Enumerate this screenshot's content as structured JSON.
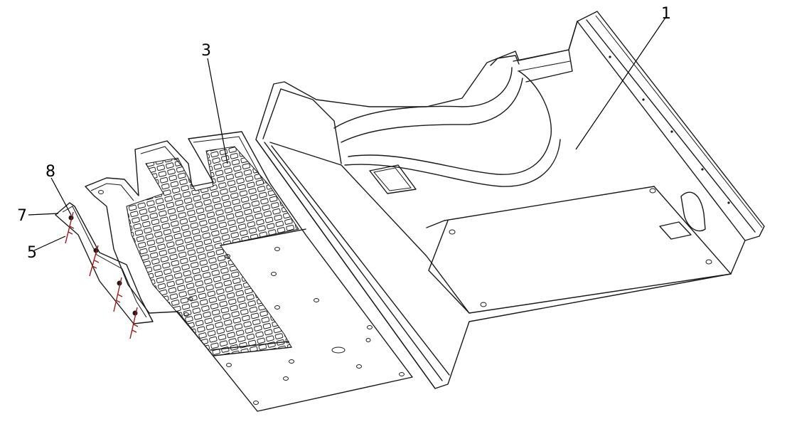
{
  "callouts": [
    {
      "id": "1",
      "label": "1"
    },
    {
      "id": "3",
      "label": "3"
    },
    {
      "id": "5",
      "label": "5"
    },
    {
      "id": "7",
      "label": "7"
    },
    {
      "id": "8",
      "label": "8"
    }
  ],
  "colors": {
    "line": "#1a1a1a",
    "fastener": "#9b1c1c",
    "background": "#ffffff"
  }
}
